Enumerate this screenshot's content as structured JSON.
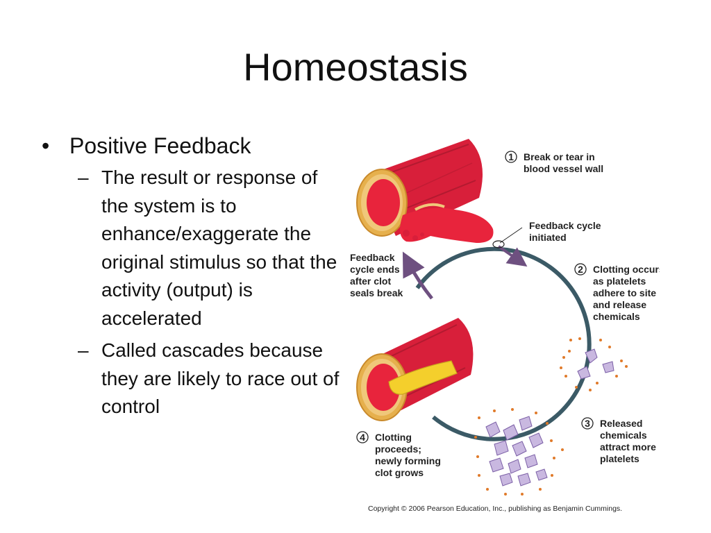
{
  "slide": {
    "title": "Homeostasis",
    "bullets": {
      "main": "Positive Feedback",
      "subs": [
        "The result or response of the system is to enhance/exaggerate the original stimulus so that the activity (output) is accelerated",
        "Called cascades because they are likely to race out of control"
      ]
    }
  },
  "diagram": {
    "steps": [
      {
        "number": "1",
        "line1": "Break or tear in",
        "line2": "blood vessel wall"
      },
      {
        "number": "2",
        "line1": "Clotting occurs",
        "line2": "as platelets",
        "line3": "adhere to site",
        "line4": "and release",
        "line5": "chemicals"
      },
      {
        "number": "3",
        "line1": "Released",
        "line2": "chemicals",
        "line3": "attract more",
        "line4": "platelets"
      },
      {
        "number": "4",
        "line1": "Clotting",
        "line2": "proceeds;",
        "line3": "newly forming",
        "line4": "clot grows"
      }
    ],
    "feedback_initiated": {
      "line1": "Feedback cycle",
      "line2": "initiated"
    },
    "feedback_ends": {
      "line1": "Feedback",
      "line2": "cycle ends",
      "line3": "after clot",
      "line4": "seals break"
    },
    "copyright": "Copyright © 2006 Pearson Education, Inc., publishing as Benjamin Cummings.",
    "colors": {
      "cycle": "#3b5a66",
      "arrow": "#6e5080",
      "vessel": "#d81f3a",
      "blood": "#e8243c",
      "clot": "#f4cf2c",
      "platelet": "#c9b8e0",
      "dot": "#e07a2a"
    }
  }
}
